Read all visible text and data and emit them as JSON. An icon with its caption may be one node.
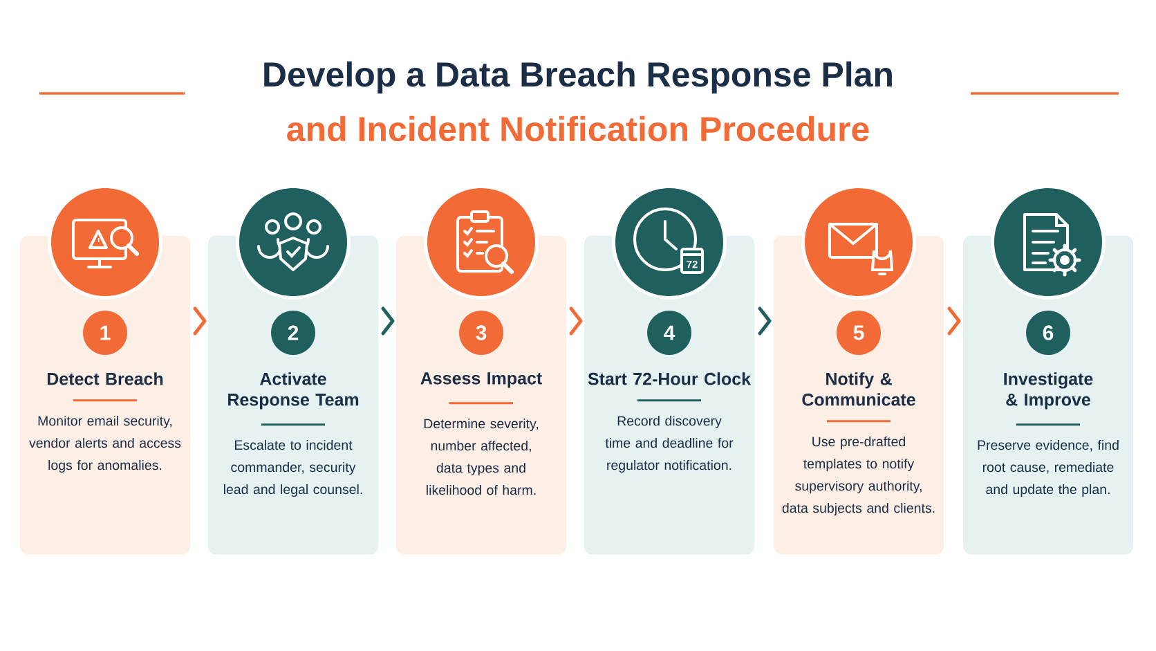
{
  "diagram": {
    "title": "Develop a Data Breach Response Plan",
    "nodes": [
      {
        "text": [
          "1",
          "Detect Breach",
          "Monitor email security, vendor alerts and access logs for anomalies."
        ]
      },
      {
        "text": [
          "2",
          "Activate Response Team",
          "Escalate to incident commander, security lead and legal counsel."
        ]
      },
      {
        "text": [
          "3",
          "Assess Impact",
          "Determine severity, number affected, data types and likelihood of harm."
        ]
      },
      {
        "text": [
          "4",
          "Start 72-Hour Clock",
          "Record discovery time and deadline for regulator notification."
        ]
      },
      {
        "text": [
          "5",
          "Notify & Communicate",
          "Use pre-drafted templates to notify supervisory authority, data subjects and clients."
        ]
      },
      {
        "text": [
          "6",
          "Investigate & Improve",
          "Preserve evidence, find root cause, remediate and update the plan."
        ]
      }
    ],
    "edges": [
      {
        "from": 0,
        "to": 1,
        "arrow": "to"
      },
      {
        "from": 1,
        "to": 2,
        "arrow": "to",
        "color": "#1f5f5e"
      },
      {
        "from": 2,
        "to": 3,
        "arrow": "to"
      },
      {
        "from": 3,
        "to": 4,
        "arrow": "to",
        "color": "#1f5f5e"
      },
      {
        "from": 4,
        "to": 5,
        "arrow": "to"
      }
    ],
    "labels": [
      "and Incident Notification Procedure",
      "72"
    ]
  }
}
